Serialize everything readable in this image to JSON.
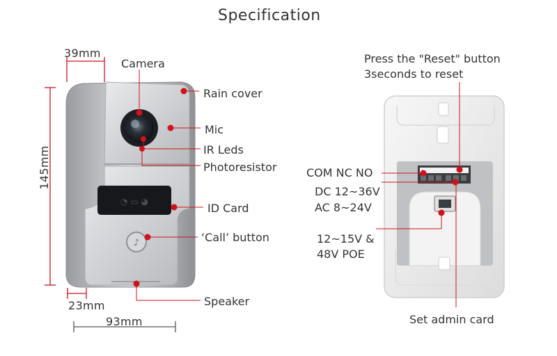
{
  "title": "Specification",
  "dimensions": {
    "width_top": "39mm",
    "height": "145mm",
    "width_bottom": "23mm",
    "width_total": "93mm"
  },
  "front_labels": {
    "camera": "Camera",
    "rain_cover": "Rain cover",
    "mic": "Mic",
    "ir_leds": "IR Leds",
    "photoresistor": "Photoresistor",
    "id_card": "ID Card",
    "call_button": "‘Call’ button",
    "speaker": "Speaker"
  },
  "back_labels": {
    "reset_line1": "Press the \"Reset\" button",
    "reset_line2": "3seconds to reset",
    "com_nc_no": "COM NC NO",
    "dc": "DC 12~36V",
    "ac": "AC 8~24V",
    "poe_line1": "12~15V &",
    "poe_line2": "48V POE",
    "admin_card": "Set admin card"
  },
  "colors": {
    "marker": "#d0121b",
    "text": "#333333",
    "panel": "#bfc1c4",
    "bracket": "#eeeeee"
  }
}
